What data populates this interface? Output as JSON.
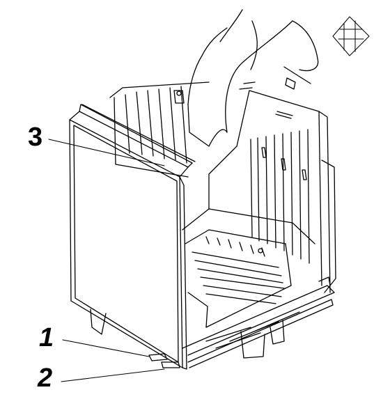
{
  "callouts": {
    "item_3": "3",
    "item_1": "1",
    "item_2": "2"
  },
  "icons": {
    "logo": "crosshatch-diamond-logo-icon"
  },
  "colors": {
    "line": "#000000",
    "background": "#ffffff"
  }
}
